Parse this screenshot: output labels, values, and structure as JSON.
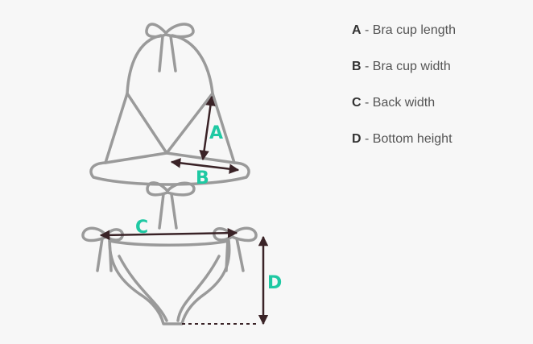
{
  "colors": {
    "outline": "#9a9a9a",
    "arrow": "#3a2327",
    "marker": "#1fc9a3",
    "background": "#f7f7f7"
  },
  "markers": {
    "a": "A",
    "b": "B",
    "c": "C",
    "d": "D"
  },
  "legend": {
    "items": [
      {
        "letter": "A",
        "text": " - Bra cup length"
      },
      {
        "letter": "B",
        "text": " - Bra cup width"
      },
      {
        "letter": "C",
        "text": " - Back width"
      },
      {
        "letter": "D",
        "text": " - Bottom height"
      }
    ]
  }
}
